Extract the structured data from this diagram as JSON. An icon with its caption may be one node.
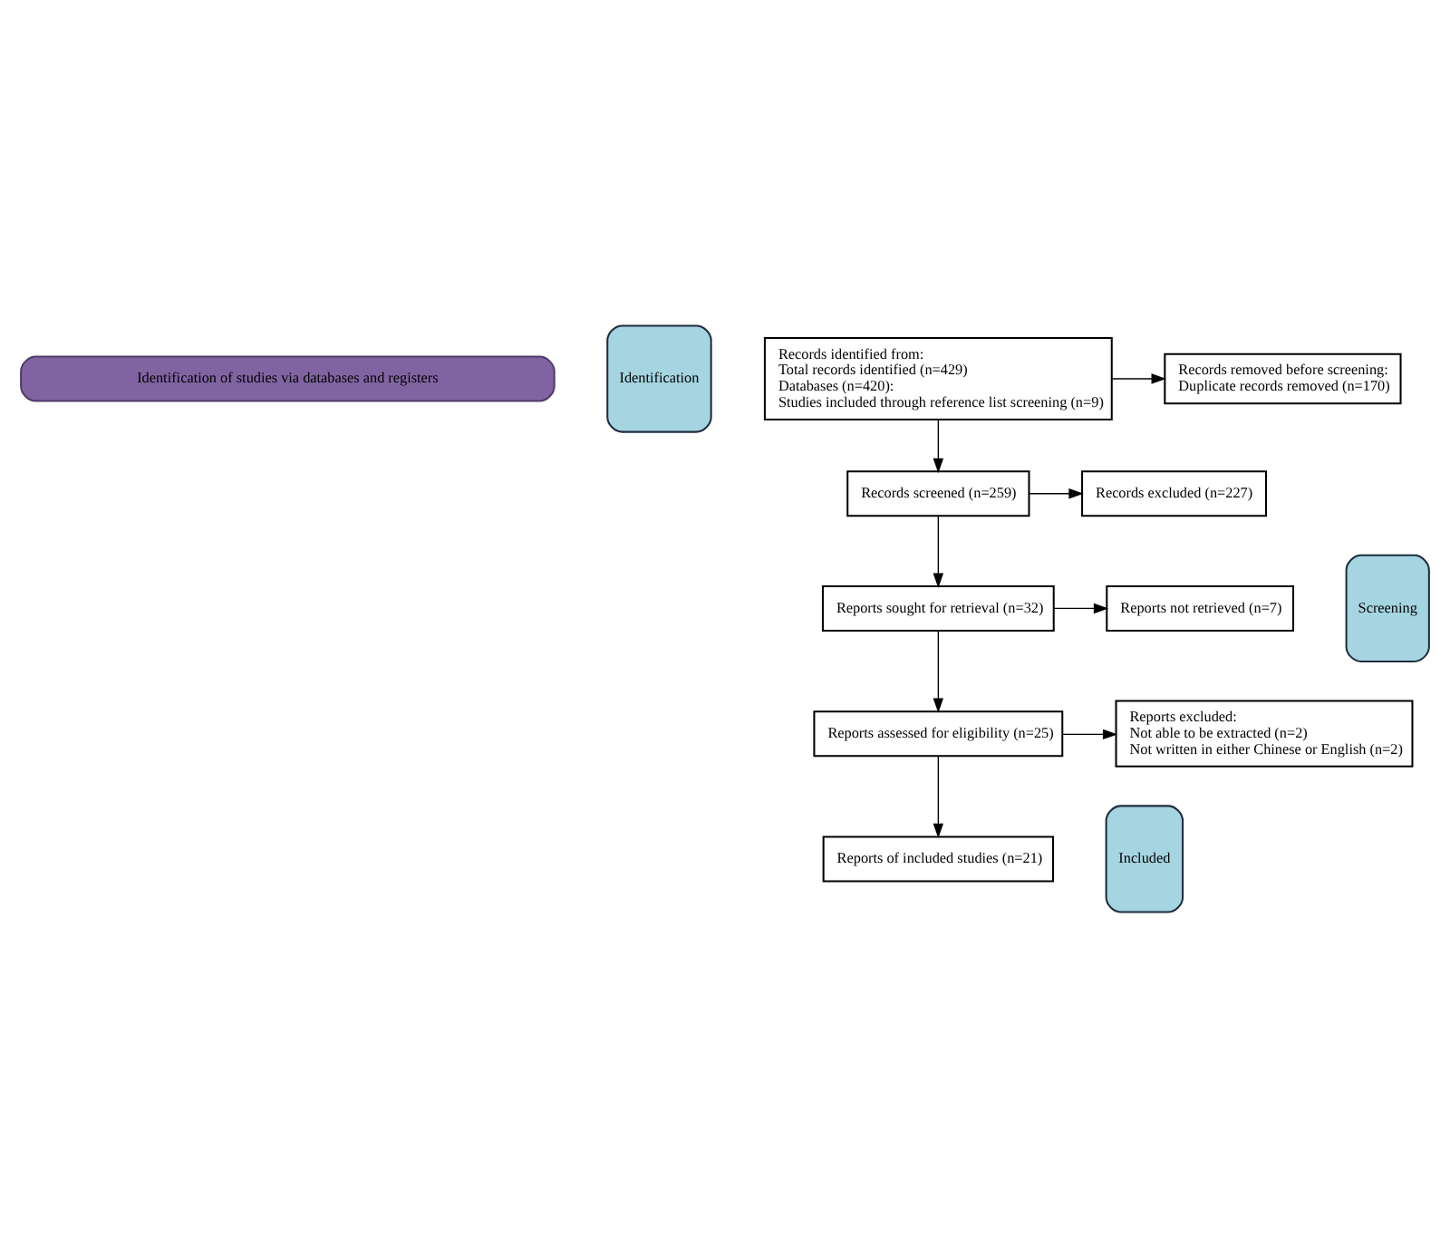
{
  "diagram": {
    "nodes": [
      {
        "text": [
          "Identification of studies via databases and registers"
        ]
      },
      {
        "text": [
          "Identification"
        ]
      },
      {
        "text": [
          "Records identified from:",
          "Total records identified (n=429)",
          "Databases (n=420):",
          "Studies included through reference list screening (n=9)"
        ]
      },
      {
        "text": [
          "Records removed before screening:",
          "Duplicate records removed (n=170)"
        ]
      },
      {
        "text": [
          "Screening"
        ]
      },
      {
        "text": [
          "Records screened (n=259)"
        ]
      },
      {
        "text": [
          "Records excluded (n=227)"
        ]
      },
      {
        "text": [
          "Reports sought for retrieval (n=32)"
        ]
      },
      {
        "text": [
          "Reports not retrieved (n=7)"
        ]
      },
      {
        "text": [
          "Reports assessed for eligibility (n=25)"
        ]
      },
      {
        "text": [
          "Reports excluded:",
          "Not able to be extracted (n=2)",
          "Not written in either Chinese or English (n=2)"
        ]
      },
      {
        "text": [
          "Included"
        ]
      },
      {
        "text": [
          "Reports of included studies (n=21)"
        ]
      }
    ],
    "edges": [
      {
        "from": 2,
        "to": 3,
        "arrow": "to"
      },
      {
        "from": 2,
        "to": 5,
        "arrow": "to"
      },
      {
        "from": 5,
        "to": 6,
        "arrow": "to"
      },
      {
        "from": 5,
        "to": 7,
        "arrow": "to"
      },
      {
        "from": 7,
        "to": 8,
        "arrow": "to"
      },
      {
        "from": 7,
        "to": 9,
        "arrow": "to"
      },
      {
        "from": 9,
        "to": 10,
        "arrow": "to"
      },
      {
        "from": 9,
        "to": 12,
        "arrow": "to"
      }
    ]
  }
}
